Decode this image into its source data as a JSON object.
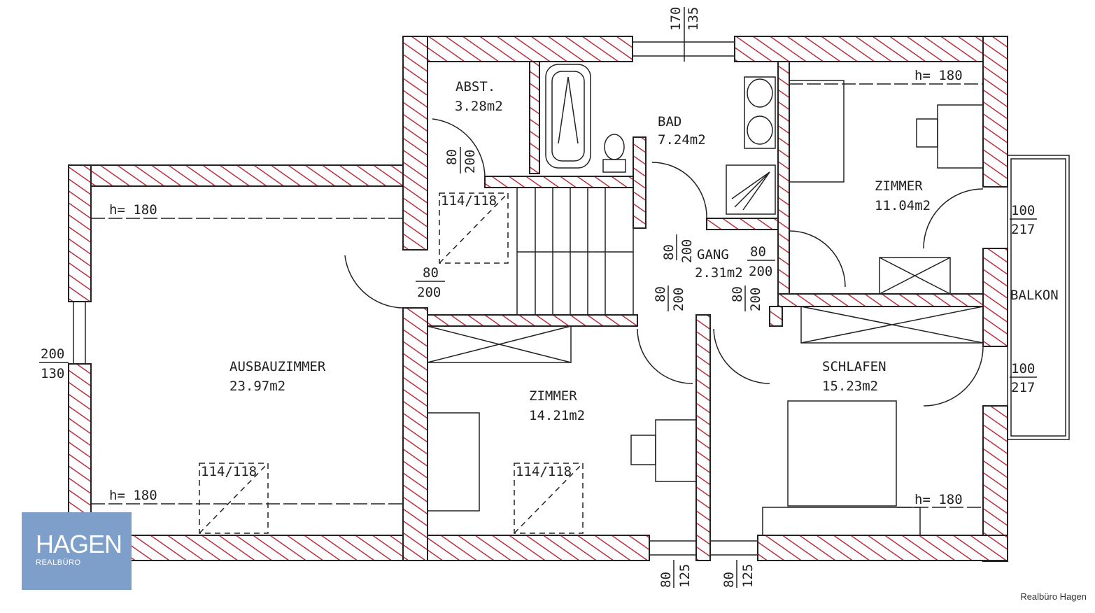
{
  "rooms": {
    "abst": {
      "name": "ABST.",
      "area": "3.28m2"
    },
    "bad": {
      "name": "BAD",
      "area": "7.24m2"
    },
    "zimmer_ne": {
      "name": "ZIMMER",
      "area": "11.04m2"
    },
    "gang": {
      "name": "GANG",
      "area": "2.31m2"
    },
    "ausbau": {
      "name": "AUSBAUZIMMER",
      "area": "23.97m2"
    },
    "zimmer_s": {
      "name": "ZIMMER",
      "area": "14.21m2"
    },
    "schlafen": {
      "name": "SCHLAFEN",
      "area": "15.23m2"
    },
    "balkon": {
      "name": "BALKON"
    }
  },
  "heights": {
    "nw": "h= 180",
    "ne": "h= 180",
    "sw": "h= 180",
    "se": "h= 180"
  },
  "dims": {
    "top_a": "170",
    "top_b": "135",
    "left_a": "200",
    "left_b": "130",
    "right1_a": "100",
    "right1_b": "217",
    "right2_a": "100",
    "right2_b": "217",
    "bot1_a": "80",
    "bot1_b": "125",
    "bot2_a": "80",
    "bot2_b": "125",
    "door_abst_a": "80",
    "door_abst_b": "200",
    "door_ausbau_a": "80",
    "door_ausbau_b": "200",
    "door_bad_a": "80",
    "door_bad_b": "200",
    "door_zne_a": "80",
    "door_zne_b": "200",
    "door_zs_a": "80",
    "door_zs_b": "200",
    "door_schl_a": "80",
    "door_schl_b": "200"
  },
  "windows": {
    "w1": "114/118",
    "w2": "114/118",
    "w3": "114/118"
  },
  "logo": {
    "main": "HAGEN",
    "sub": "REALBÜRO"
  },
  "credit": "Realbüro Hagen",
  "colors": {
    "wall_hatch": "#b8303f",
    "wall_line": "#222222",
    "logo_bg": "#7f9fcb"
  }
}
